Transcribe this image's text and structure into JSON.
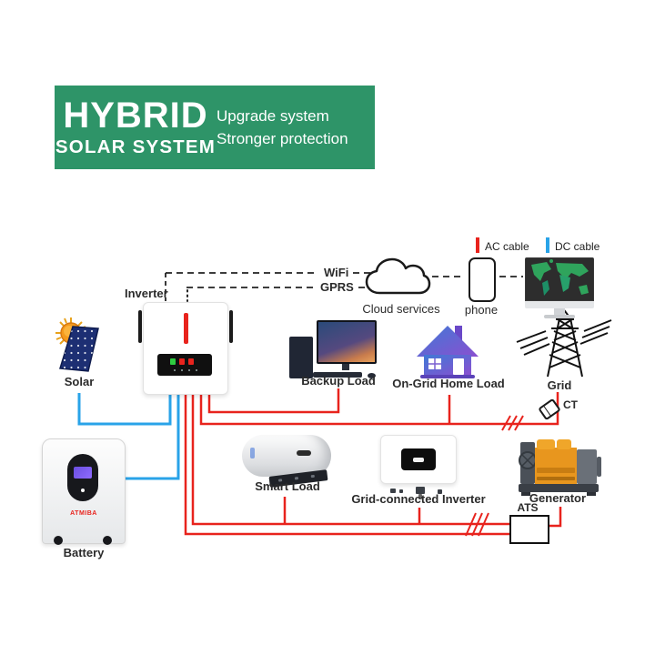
{
  "banner": {
    "title": "HYBRID",
    "subtitle": "SOLAR SYSTEM",
    "taglines": [
      "Upgrade system",
      "Stronger protection"
    ]
  },
  "legend": {
    "ac_label": "AC cable",
    "dc_label": "DC cable"
  },
  "colors": {
    "ac_cable": "#E8231D",
    "dc_cable": "#29A3E8",
    "banner_green": "#2E9468"
  },
  "comm": {
    "wifi_label": "WiFi",
    "gprs_label": "GPRS",
    "cloud_label": "Cloud services",
    "phone_label": "phone"
  },
  "nodes": {
    "inverter": "Inverter",
    "solar": "Solar",
    "battery": "Battery",
    "battery_brand": "ATMIBA",
    "backup_load": "Backup Load",
    "ongrid_home_load": "On-Grid Home Load",
    "grid": "Grid",
    "smart_load": "Smart Load",
    "grid_connected_inverter": "Grid-connected Inverter",
    "generator": "Generator",
    "ct": "CT",
    "ats": "ATS"
  }
}
